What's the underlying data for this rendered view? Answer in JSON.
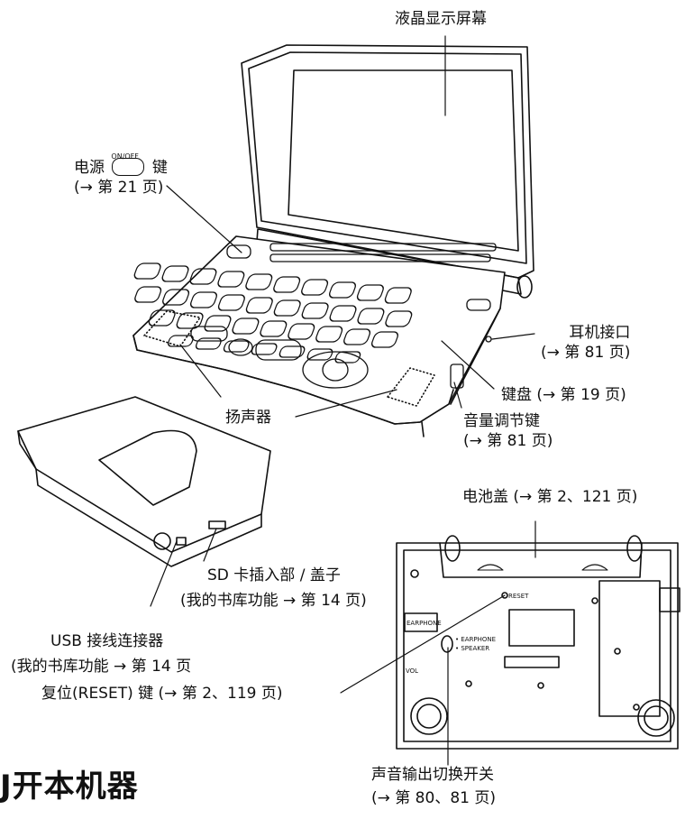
{
  "labels": {
    "lcd": "液晶显示屏幕",
    "power": {
      "text1": "电源",
      "key_text": "ON/OFF",
      "text2": "键",
      "ref": "(→ 第 21 页)"
    },
    "earphone_jack": {
      "text": "耳机接口",
      "ref": "(→ 第 81 页)"
    },
    "keyboard": {
      "text": "键盘 (→ 第 19 页)"
    },
    "volume": {
      "text": "音量调节键",
      "ref": "(→ 第 81 页)"
    },
    "speaker": "扬声器",
    "battery": {
      "text": "电池盖 (→ 第 2、121 页)"
    },
    "sd": {
      "text": "SD 卡插入部 / 盖子",
      "ref": "(我的书库功能 → 第 14 页)"
    },
    "usb": {
      "text": "USB 接线连接器",
      "ref": "(我的书库功能 → 第 14 页"
    },
    "reset": "复位(RESET) 键 (→ 第 2、119 页)",
    "sound_switch": {
      "text": "声音输出切换开关",
      "ref": "(→ 第 80、81 页)"
    }
  },
  "device_marks": {
    "reset": "RESET",
    "earphone_sw": "• EARPHONE",
    "speaker_sw": "• SPEAKER",
    "earphone_port": "EARPHONE",
    "vol": "VOL"
  },
  "heading": "J开本机器"
}
